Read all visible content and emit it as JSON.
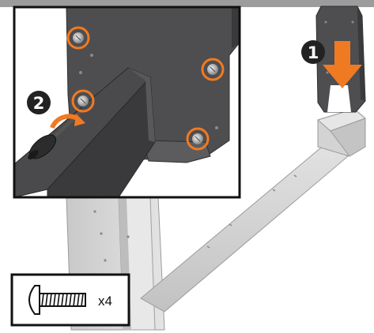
{
  "steps": [
    {
      "number": "1"
    },
    {
      "number": "2"
    }
  ],
  "screw_callout": {
    "quantity": "x4",
    "icon": "screw-icon"
  },
  "colors": {
    "highlight_orange": "#f07a22",
    "leg_gray": "#d6d6d6",
    "panel_dark": "#4e4e50",
    "top_bar": "#9c9c9c"
  }
}
